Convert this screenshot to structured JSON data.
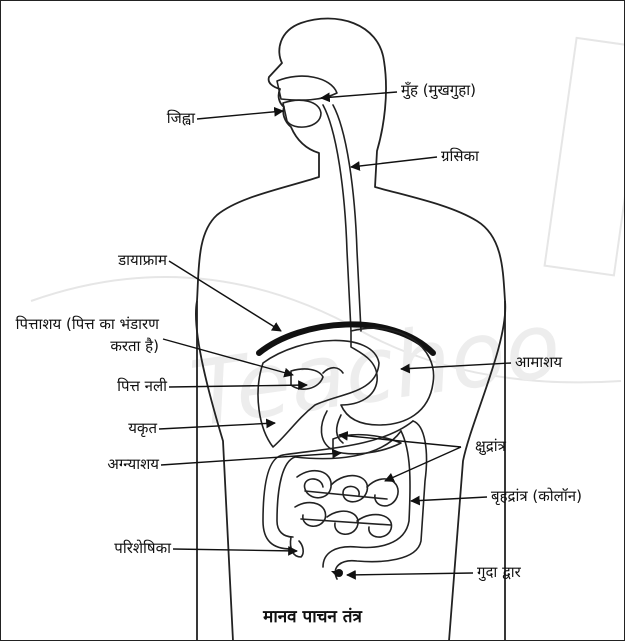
{
  "labels": {
    "tongue": "जिह्वा",
    "mouth": "मुँह (मुखगुहा)",
    "esophagus": "ग्रसिका",
    "diaphragm": "डायाफ्राम",
    "gallbladder": "पित्ताशय (पित्त का भंडारण करता है)",
    "bile_duct": "पित्त नली",
    "stomach": "आमाशय",
    "liver": "यकृत",
    "small_intestine": "क्षुद्रांत्र",
    "pancreas": "अग्न्याशय",
    "large_intestine": "बृहद्रांत्र (कोलॉन)",
    "appendix": "परिशेषिका",
    "anus": "गुदा द्वार"
  },
  "caption": "मानव पाचन तंत्र",
  "watermark": "Teachoo",
  "colors": {
    "ink": "#111111",
    "watermark": "#e6e6e6"
  }
}
